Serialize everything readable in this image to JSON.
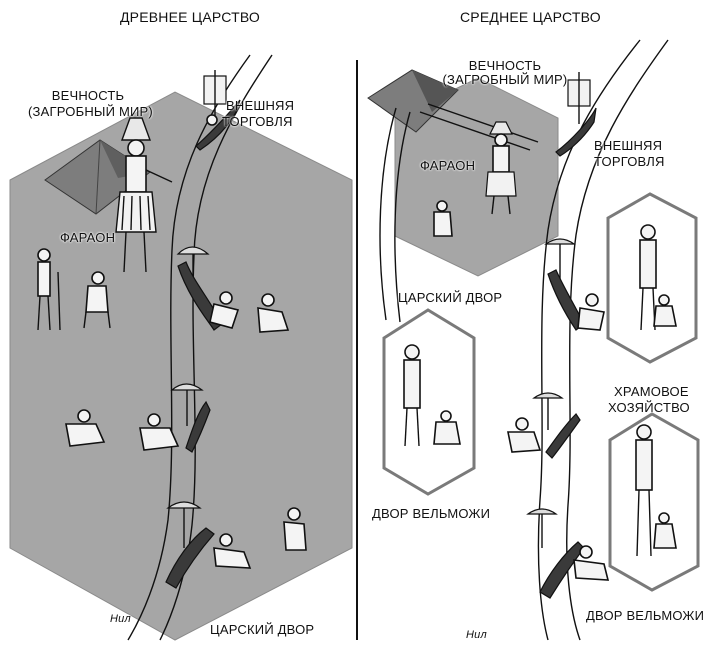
{
  "left_panel": {
    "title": "ДРЕВНЕЕ ЦАРСТВО",
    "eternity_line1": "ВЕЧНОСТЬ",
    "eternity_line2": "(ЗАГРОБНЫЙ  МИР)",
    "pharaoh": "ФАРАОН",
    "trade_line1": "ВНЕШНЯЯ",
    "trade_line2": "ТОРГОВЛЯ",
    "royal_court": "ЦАРСКИЙ ДВОР",
    "nile": "Нил"
  },
  "right_panel": {
    "title": "СРЕДНЕЕ ЦАРСТВО",
    "eternity_line1": "ВЕЧНОСТЬ",
    "eternity_line2": "(ЗАГРОБНЫЙ  МИР)",
    "pharaoh": "ФАРАОН",
    "trade_line1": "ВНЕШНЯЯ",
    "trade_line2": "ТОРГОВЛЯ",
    "royal_court": "ЦАРСКИЙ ДВОР",
    "temple_line1": "ХРАМОВОЕ",
    "temple_line2": "ХОЗЯЙСТВО",
    "noble_court_left": "ДВОР ВЕЛЬМОЖИ",
    "noble_court_right": "ДВОР ВЕЛЬМОЖИ",
    "nile": "Нил"
  },
  "colors": {
    "hexagon_fill": "#a6a6a6",
    "outline": "#6e6e6e",
    "pyramid": "#7a7a7a",
    "ink": "#111111"
  }
}
